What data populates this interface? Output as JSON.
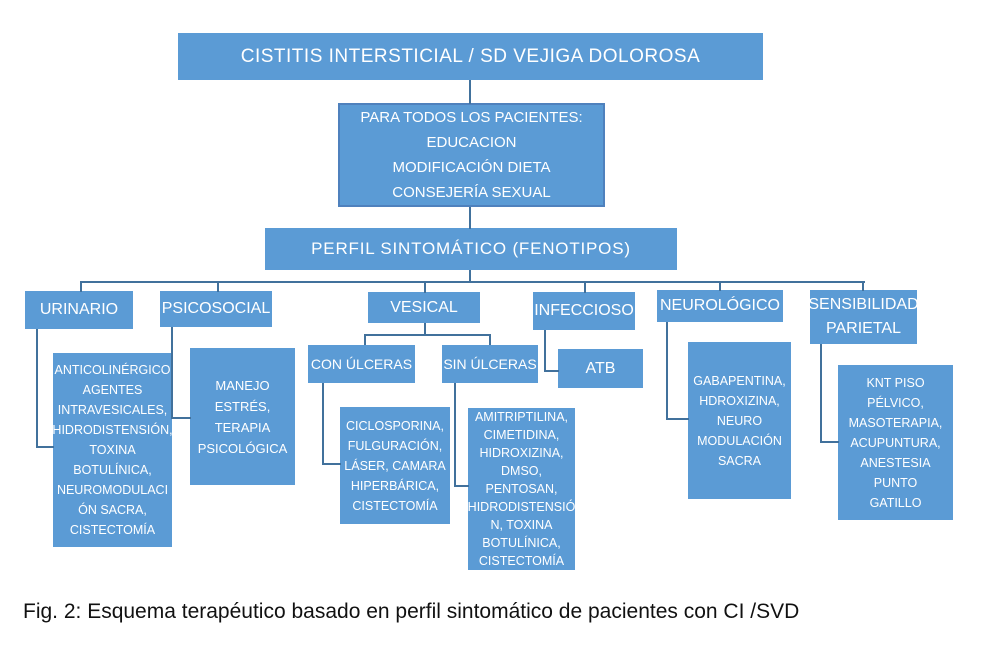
{
  "colors": {
    "box_fill": "#5B9BD5",
    "box_border": "#4F81BD",
    "connector": "#41719C",
    "box_text": "#FFFFFF",
    "caption_text": "#111111"
  },
  "nodes": {
    "root": "CISTITIS INTERSTICIAL / SD VEJIGA DOLOROSA",
    "all_patients": "PARA TODOS LOS PACIENTES:\nEDUCACION\nMODIFICACIÓN DIETA\nCONSEJERÍA SEXUAL",
    "profile": "PERFIL SINTOMÁTICO (FENOTIPOS)",
    "urinario": "URINARIO",
    "urinario_treatments": "ANTICOLINÉRGICO\nAGENTES\nINTRAVESICALES,\nHIDRODISTENSIÓN,\nTOXINA\nBOTULÍNICA,\nNEUROMODULACI\nÓN SACRA,\nCISTECTOMÍA",
    "psicosocial": "PSICOSOCIAL",
    "psicosocial_treatments": "MANEJO ESTRÉS,\nTERAPIA\nPSICOLÓGICA",
    "vesical": "VESICAL",
    "con_ulceras": "CON ÚLCERAS",
    "con_ulceras_treatments": "CICLOSPORINA,\nFULGURACIÓN,\nLÁSER, CAMARA\nHIPERBÁRICA,\nCISTECTOMÍA",
    "sin_ulceras": "SIN ÚLCERAS",
    "sin_ulceras_treatments": "AMITRIPTILINA,\nCIMETIDINA,\nHIDROXIZINA,\nDMSO,\nPENTOSAN,\nHIDRODISTENSIÓ\nN, TOXINA\nBOTULÍNICA,\nCISTECTOMÍA",
    "infeccioso": "INFECCIOSO",
    "infeccioso_treatments": "ATB",
    "neurologico": "NEUROLÓGICO",
    "neurologico_treatments": "GABAPENTINA,\nHDROXIZINA,\nNEURO\nMODULACIÓN\nSACRA",
    "sensibilidad": "SENSIBILIDAD\nPARIETAL",
    "sensibilidad_treatments": "KNT PISO PÉLVICO,\nMASOTERAPIA,\nACUPUNTURA,\nANESTESIA PUNTO\nGATILLO"
  },
  "caption": "Fig. 2: Esquema terapéutico basado en perfil sintomático de pacientes con CI /SVD"
}
